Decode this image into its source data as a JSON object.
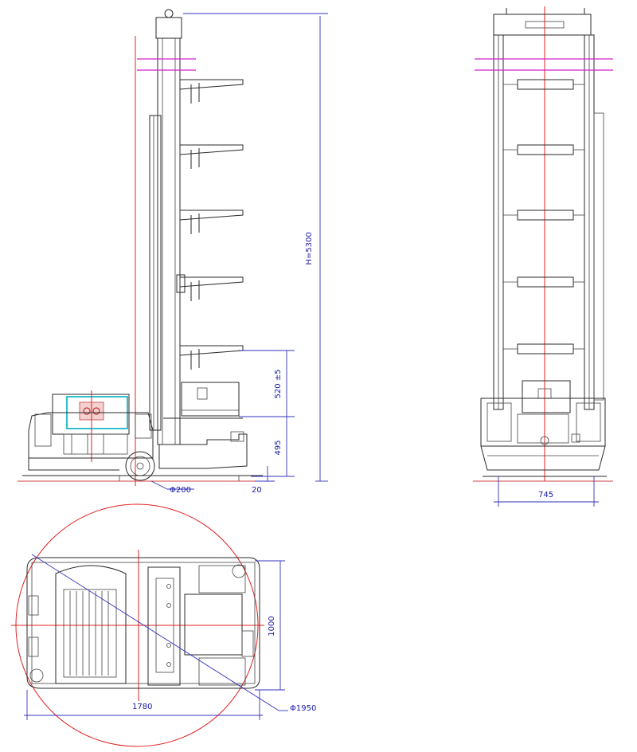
{
  "dimensions": {
    "height": "H=5300",
    "shelf_gap": "520 ±5",
    "base_height": "495",
    "ground_clearance": "20",
    "wheel_diameter": "Φ200",
    "width": "745",
    "length": "1780",
    "depth": "1000",
    "turn_diameter": "Φ1950"
  },
  "colors": {
    "outline": "#2a2a2a",
    "dimension": "#3333bb",
    "centerline": "#e02020",
    "marker": "#d020d0",
    "module": "#00b0c0"
  }
}
